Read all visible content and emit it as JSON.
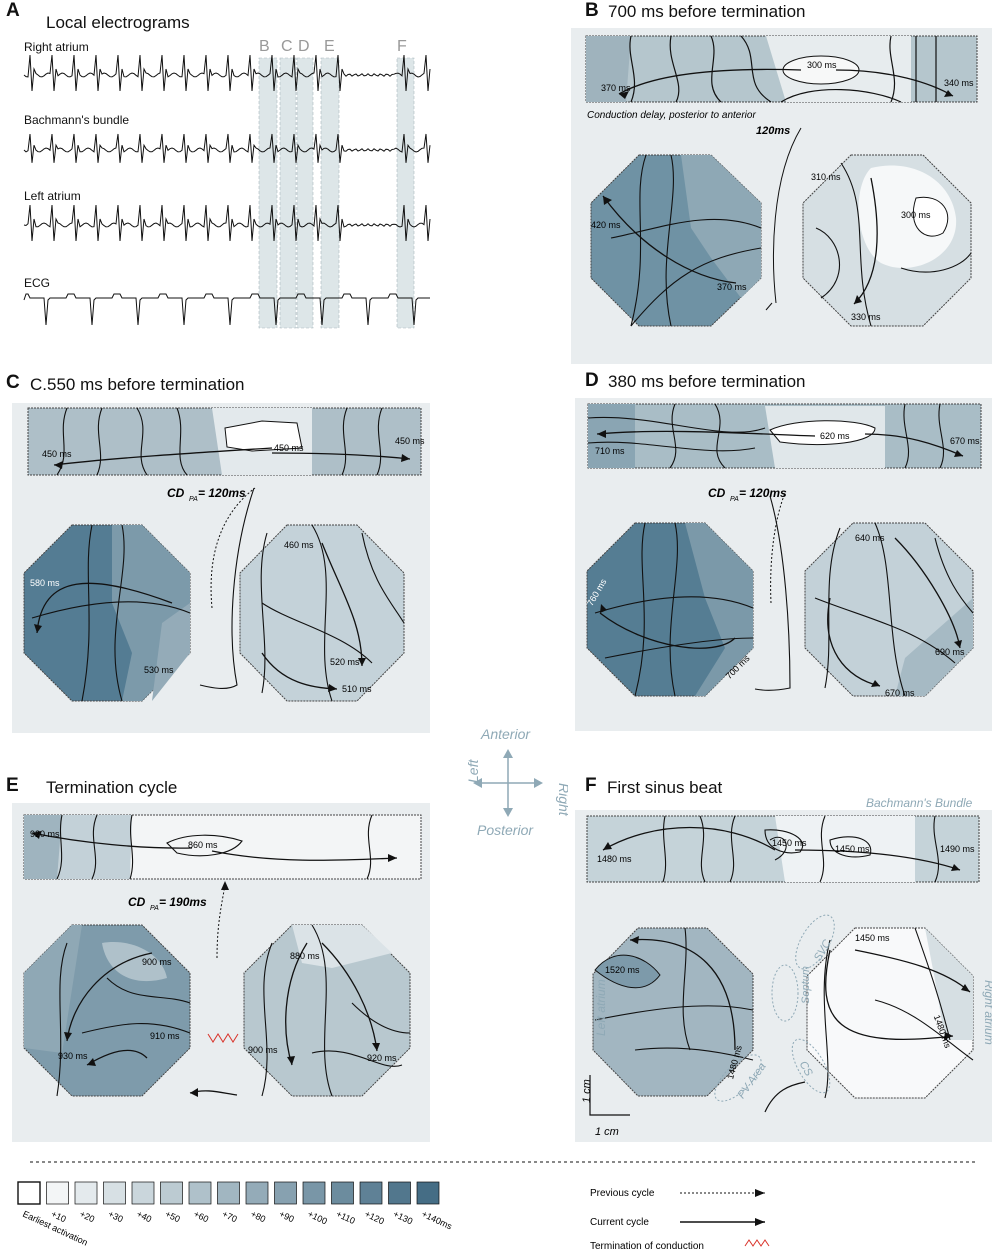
{
  "panels": {
    "A": {
      "letter": "A",
      "title": "Local electrograms",
      "traces": [
        "Right atrium",
        "Bachmann's bundle",
        "Left atrium",
        "ECG"
      ],
      "bands": [
        "B",
        "C",
        "D",
        "E",
        "F"
      ]
    },
    "B": {
      "letter": "B",
      "title": "700 ms before termination",
      "note": "Conduction delay, posterior to anterior",
      "cd": "120ms",
      "times": {
        "bb1": "370 ms",
        "bb2": "300 ms",
        "bb3": "340 ms",
        "la1": "420 ms",
        "la2": "370 ms",
        "ra1": "310 ms",
        "ra2": "300 ms",
        "ra3": "330 ms"
      }
    },
    "C": {
      "letter": "C",
      "title": "C.550 ms before termination",
      "cd": "CD",
      "cd_sub": "PA",
      "cd_val": "= 120ms",
      "times": {
        "bb1": "450 ms",
        "bb2": "450 ms",
        "bb3": "450 ms",
        "la1": "580 ms",
        "la2": "530 ms",
        "ra1": "460 ms",
        "ra2": "520 ms",
        "ra3": "510 ms"
      }
    },
    "D": {
      "letter": "D",
      "title": "380 ms before termination",
      "cd": "CD",
      "cd_sub": "PA",
      "cd_val": "= 120ms",
      "times": {
        "bb1": "710 ms",
        "bb2": "620 ms",
        "bb3": "670 ms",
        "la1": "760 ms",
        "la2": "700 ms",
        "ra1": "640 ms",
        "ra2": "690 ms",
        "ra3": "670 ms"
      }
    },
    "E": {
      "letter": "E",
      "title": "Termination cycle",
      "cd": "CD",
      "cd_sub": "PA",
      "cd_val": "= 190ms",
      "times": {
        "bb1": "920 ms",
        "bb2": "860 ms",
        "la1": "900 ms",
        "la2": "930 ms",
        "la3": "910 ms",
        "ra1": "880 ms",
        "ra2": "900 ms",
        "ra3": "920 ms"
      }
    },
    "F": {
      "letter": "F",
      "title": "First sinus beat",
      "bb_label": "Bachmann's Bundle",
      "times": {
        "bb1": "1480 ms",
        "bb2": "1450 ms",
        "bb3": "1450 ms",
        "bb4": "1490 ms",
        "la1": "1520 ms",
        "la2": "1480 ms",
        "ra1": "1450 ms",
        "ra2": "1480 ms"
      },
      "labels": {
        "left_atrium": "Left atrium",
        "right_atrium": "Right atrium",
        "svc": "SVC",
        "septum": "Septum",
        "pv": "PV Area",
        "cs": "CS"
      },
      "scale": "1 cm"
    }
  },
  "compass": {
    "anterior": "Anterior",
    "posterior": "Posterior",
    "left": "Left",
    "right": "Right"
  },
  "legend": {
    "steps": [
      "Earliest activation",
      "+10",
      "+20",
      "+30",
      "+40",
      "+50",
      "+60",
      "+70",
      "+80",
      "+90",
      "+100",
      "+110",
      "+120",
      "+130",
      "+140ms"
    ],
    "colors": [
      "#ffffff",
      "#f3f5f6",
      "#e4eaed",
      "#d7e0e4",
      "#cad6dc",
      "#bccbd2",
      "#afc1ca",
      "#a1b6c1",
      "#94abb8",
      "#87a1b0",
      "#7996a7",
      "#6c8c9e",
      "#5f8196",
      "#52778d",
      "#456d85"
    ],
    "previous": "Previous cycle",
    "current": "Current cycle",
    "termination": "Termination of conduction"
  },
  "colors": {
    "panel_bg": "#e9edef",
    "band": "#dde6e8",
    "accent": "#8fa9b6",
    "block": "#d9342b"
  }
}
